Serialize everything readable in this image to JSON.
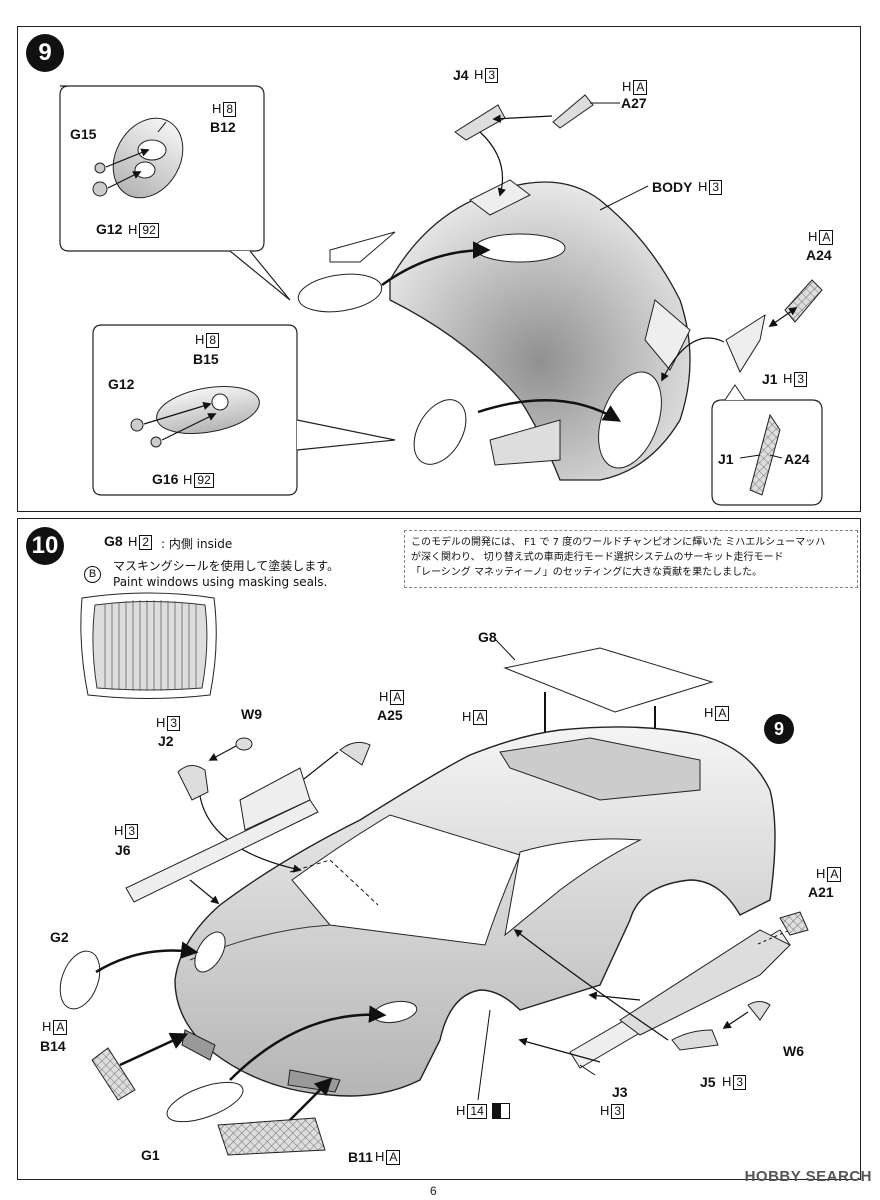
{
  "page": {
    "number": "6",
    "watermark": "HOBBY SEARCH"
  },
  "step9": {
    "number": "9",
    "detail1": {
      "h_part": "H",
      "h_code": "8",
      "part_main": "B12",
      "part_a": "G15",
      "part_b": "G12",
      "part_b_h": "H",
      "part_b_code": "92"
    },
    "detail2": {
      "h_part": "H",
      "h_code": "8",
      "part_main": "B15",
      "part_a": "G12",
      "part_b": "G16",
      "part_b_h": "H",
      "part_b_code": "92"
    },
    "j4": {
      "label": "J4",
      "h": "H",
      "code": "3"
    },
    "a27": {
      "label": "A27",
      "h": "H",
      "code": "A"
    },
    "body": {
      "label": "BODY",
      "h": "H",
      "code": "3"
    },
    "a24": {
      "label": "A24",
      "h": "H",
      "code": "A"
    },
    "j1": {
      "label": "J1",
      "h": "H",
      "code": "3"
    },
    "inset": {
      "j1": "J1",
      "a24": "A24"
    }
  },
  "step10": {
    "number": "10",
    "g8_note": {
      "part": "G8",
      "h": "H",
      "code": "2",
      "suffix": ": 内側 inside"
    },
    "mask_jp": "マスキングシールを使用して塗装します。",
    "mask_en": "Paint windows using masking seals.",
    "seal_ref": "B",
    "note_lines": [
      "このモデルの開発には、 F1 で 7 度のワールドチャンピオンに輝いた  ミハエルシューマッハ",
      "が深く関わり、 切り替え式の車両走行モード選択システムのサーキット走行モード",
      "「レーシング マネッティーノ」のセッティングに大きな貢献を果たしました。"
    ],
    "g8": "G8",
    "ha_left": {
      "h": "H",
      "code": "A"
    },
    "ha_right": {
      "h": "H",
      "code": "A"
    },
    "ref9": "9",
    "w9": "W9",
    "j2": {
      "label": "J2",
      "h": "H",
      "code": "3"
    },
    "a25": {
      "label": "A25",
      "h": "H",
      "code": "A"
    },
    "j6": {
      "label": "J6",
      "h": "H",
      "code": "3"
    },
    "g2": "G2",
    "b14": {
      "label": "B14",
      "h": "H",
      "code": "A"
    },
    "g1": "G1",
    "b11": {
      "label": "B11",
      "h": "H",
      "code": "A"
    },
    "h14": {
      "h": "H",
      "code": "14"
    },
    "j3": {
      "label": "J3",
      "h": "H",
      "code": "3"
    },
    "j5": {
      "label": "J5",
      "h": "H",
      "code": "3"
    },
    "w6": "W6",
    "a21": {
      "label": "A21",
      "h": "H",
      "code": "A"
    }
  }
}
